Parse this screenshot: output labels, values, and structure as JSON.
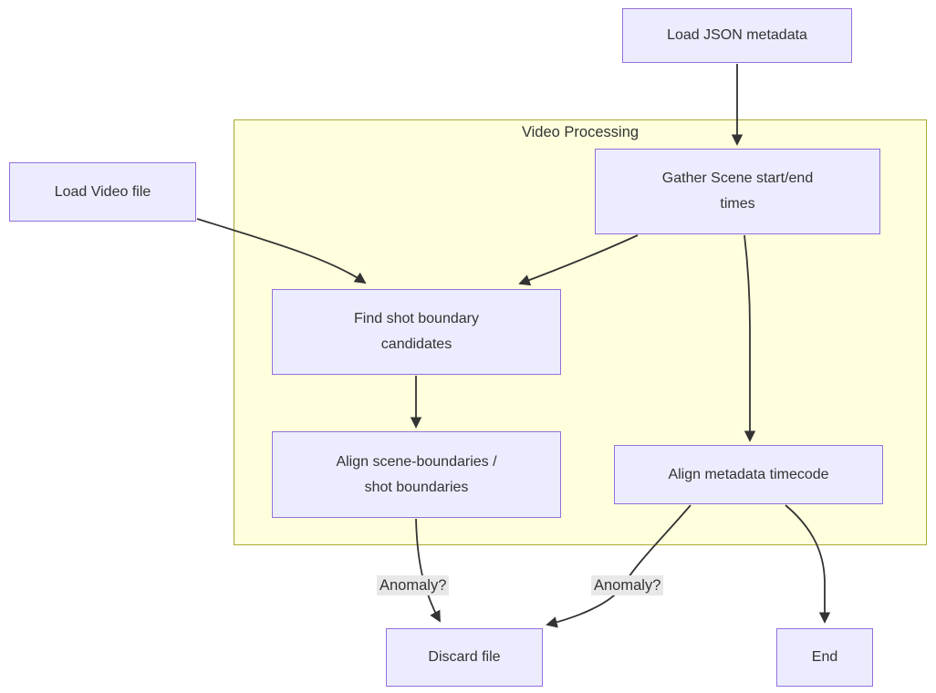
{
  "diagram": {
    "type": "flowchart",
    "subgraph": {
      "title": "Video Processing"
    },
    "nodes": {
      "load_json": {
        "label": "Load JSON metadata"
      },
      "load_video": {
        "label": "Load Video file"
      },
      "gather_scene": {
        "label": "Gather Scene start/end times"
      },
      "find_shot": {
        "label": "Find shot boundary candidates"
      },
      "align_scene": {
        "label": "Align scene-boundaries / shot boundaries"
      },
      "align_metadata": {
        "label": "Align metadata timecode"
      },
      "discard": {
        "label": "Discard file"
      },
      "end": {
        "label": "End"
      }
    },
    "edges": [
      {
        "from": "Load JSON metadata",
        "to": "Gather Scene start/end times",
        "label": ""
      },
      {
        "from": "Load Video file",
        "to": "Find shot boundary candidates",
        "label": ""
      },
      {
        "from": "Gather Scene start/end times",
        "to": "Find shot boundary candidates",
        "label": ""
      },
      {
        "from": "Gather Scene start/end times",
        "to": "Align metadata timecode",
        "label": ""
      },
      {
        "from": "Find shot boundary candidates",
        "to": "Align scene-boundaries / shot boundaries",
        "label": ""
      },
      {
        "from": "Align scene-boundaries / shot boundaries",
        "to": "Discard file",
        "label": "Anomaly?"
      },
      {
        "from": "Align metadata timecode",
        "to": "Discard file",
        "label": "Anomaly?"
      },
      {
        "from": "Align metadata timecode",
        "to": "End",
        "label": ""
      }
    ],
    "colors": {
      "node_fill": "#ECECFF",
      "node_border": "#9370DB",
      "subgraph_fill": "#FFFFDE",
      "subgraph_border": "#AAAA33",
      "edge_stroke": "#333333",
      "edge_label_bg": "#E8E8E8",
      "text": "#333333",
      "background": "#FFFFFF"
    }
  }
}
